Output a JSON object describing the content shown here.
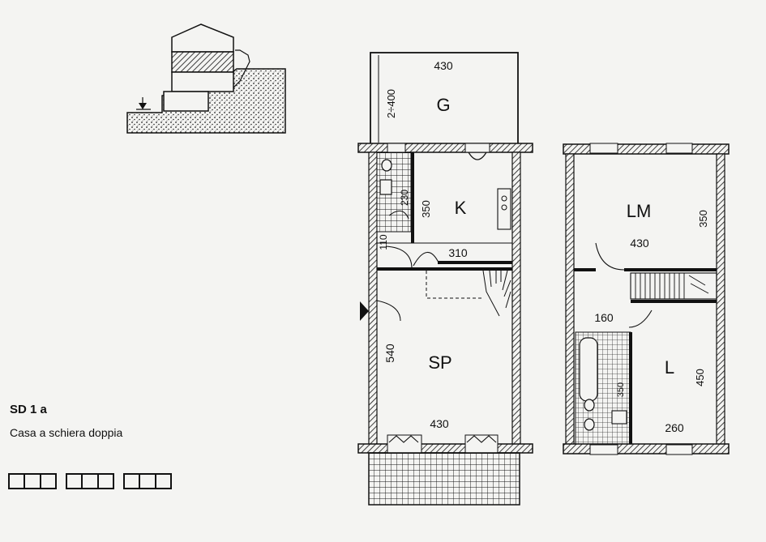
{
  "plan": {
    "code": "SD 1 a",
    "description": "Casa a schiera doppia",
    "ground_floor": {
      "rooms": {
        "garage": "G",
        "kitchen": "K",
        "living": "SP"
      },
      "dimensions": {
        "garage_width": "430",
        "garage_depth": "2÷400",
        "bath_width": "230",
        "kitchen_depth": "350",
        "kitchen_width": "310",
        "hall_width": "110",
        "living_depth": "540",
        "living_width": "430"
      }
    },
    "upper_floor": {
      "rooms": {
        "room_front": "LM",
        "room_back": "L"
      },
      "dimensions": {
        "room_front_width": "430",
        "room_front_depth": "350",
        "hall": "160",
        "bath_depth": "350",
        "room_back_depth": "450",
        "room_back_width": "260"
      }
    }
  }
}
